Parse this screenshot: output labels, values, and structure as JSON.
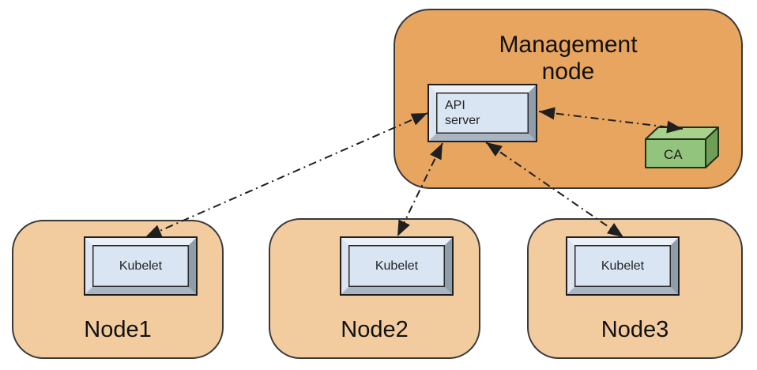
{
  "diagram": {
    "management_node": {
      "title_line1": "Management",
      "title_line2": "node",
      "api_server": {
        "line1": "API",
        "line2": "server"
      },
      "ca": {
        "label": "CA"
      }
    },
    "nodes": [
      {
        "label": "Node1",
        "component": "Kubelet"
      },
      {
        "label": "Node2",
        "component": "Kubelet"
      },
      {
        "label": "Node3",
        "component": "Kubelet"
      }
    ],
    "connections": [
      {
        "from": "api-server",
        "to": "kubelet-node1",
        "style": "dash-dot",
        "bidirectional": true
      },
      {
        "from": "api-server",
        "to": "kubelet-node2",
        "style": "dash-dot",
        "bidirectional": true
      },
      {
        "from": "api-server",
        "to": "kubelet-node3",
        "style": "dash-dot",
        "bidirectional": true
      },
      {
        "from": "api-server",
        "to": "ca",
        "style": "dash-dot",
        "bidirectional": true
      }
    ],
    "colors": {
      "management_node_fill": "#E8A55F",
      "worker_node_fill": "#F2CB9E",
      "process_box_face": "#D9E5F3",
      "ca_front": "#93C47D",
      "ca_top": "#A9D18E",
      "ca_side": "#6F9F55",
      "outline": "#383838",
      "connector": "#1F1F1F"
    }
  }
}
